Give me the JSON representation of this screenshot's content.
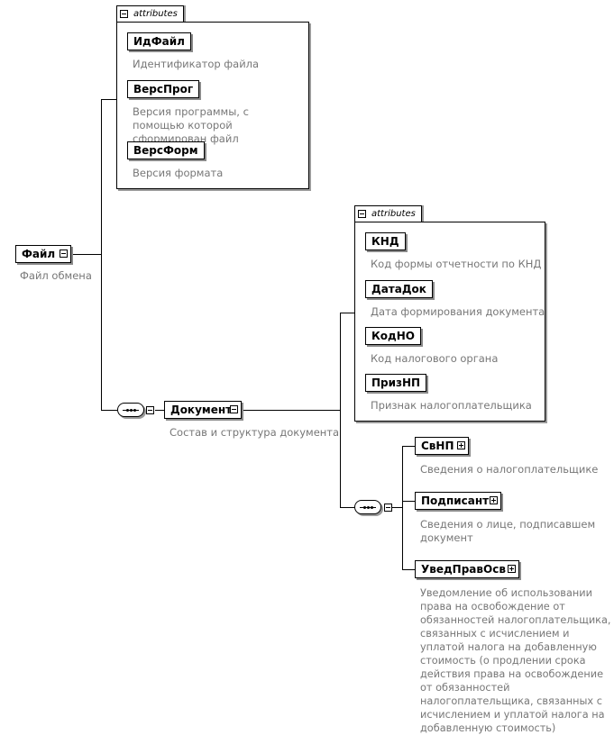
{
  "root": {
    "name": "Файл",
    "description": "Файл обмена"
  },
  "attributes_header": "attributes",
  "file_attributes": [
    {
      "name": "ИдФайл",
      "description": "Идентификатор файла"
    },
    {
      "name": "ВерсПрог",
      "description": "Версия программы, с помощью которой сформирован файл"
    },
    {
      "name": "ВерсФорм",
      "description": "Версия формата"
    }
  ],
  "document": {
    "name": "Документ",
    "description": "Состав и структура документа"
  },
  "document_attributes": [
    {
      "name": "КНД",
      "description": "Код формы отчетности по КНД"
    },
    {
      "name": "ДатаДок",
      "description": "Дата формирования документа"
    },
    {
      "name": "КодНО",
      "description": "Код налогового органа"
    },
    {
      "name": "ПризНП",
      "description": "Признак налогоплательщика"
    }
  ],
  "document_children": [
    {
      "name": "СвНП",
      "description": "Сведения о налогоплательщике"
    },
    {
      "name": "Подписант",
      "description": "Сведения о лице, подписавшем документ"
    },
    {
      "name": "УведПравОсв",
      "description": "Уведомление об использовании права на освобождение от обязанностей налогоплательщика, связанных с исчислением и уплатой налога на добавленную стоимость (о продлении срока действия права на освобождение от обязанностей налогоплательщика, связанных с исчислением и уплатой налога на добавленную стоимость)"
    }
  ]
}
